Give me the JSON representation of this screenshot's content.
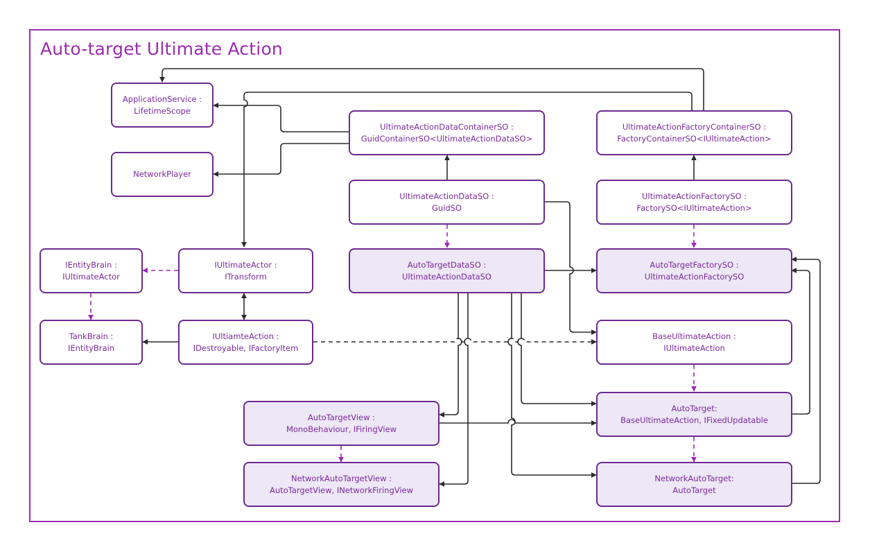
{
  "diagram": {
    "title": "Auto-target Ultimate Action",
    "colors": {
      "frame": "#9b2cb0",
      "node_border": "#6b2a8f",
      "node_text": "#7a2a9c",
      "node_fill": "#ede7f6",
      "solid_edge": "#2b2b2b",
      "dashed_edge": "#9b2cb0"
    },
    "nodes": {
      "app_service": {
        "line1": "ApplicationService :",
        "line2": "LifetimeScope"
      },
      "network_player": {
        "line1": "NetworkPlayer",
        "line2": ""
      },
      "ua_data_container": {
        "line1": "UltimateActionDataContainerSO :",
        "line2": "GuidContainerSO<UltimateActionDataSO>"
      },
      "ua_factory_container": {
        "line1": "UltimateActionFactoryContainerSO :",
        "line2": "FactoryContainerSO<IUltimateAction>"
      },
      "ua_data_so": {
        "line1": "UltimateActionDataSO :",
        "line2": "GuidSO"
      },
      "ua_factory_so": {
        "line1": "UltimateActionFactorySO :",
        "line2": "FactorySO<IUltimateAction>"
      },
      "ientity_brain": {
        "line1": "IEntityBrain :",
        "line2": "IUltimateActor"
      },
      "iultimate_actor": {
        "line1": "IUltimateActor :",
        "line2": "ITransform"
      },
      "auto_target_data_so": {
        "line1": "AutoTargetDataSO :",
        "line2": "UltimateActionDataSO"
      },
      "auto_target_factory_so": {
        "line1": "AutoTargetFactorySO :",
        "line2": "UltimateActionFactorySO"
      },
      "tank_brain": {
        "line1": "TankBrain :",
        "line2": "IEntityBrain"
      },
      "iultimate_action": {
        "line1": "IUltiamteAction :",
        "line2": "IDestroyable, IFactoryItem"
      },
      "base_ultimate_action": {
        "line1": "BaseUltimateAction :",
        "line2": "IUltimateAction"
      },
      "auto_target_view": {
        "line1": "AutoTargetView :",
        "line2": "MonoBehaviour, IFiringView"
      },
      "auto_target": {
        "line1": "AutoTarget:",
        "line2": "BaseUltimateAction, IFixedUpdatable"
      },
      "network_auto_target_view": {
        "line1": "NetworkAutoTargetView :",
        "line2": "AutoTargetView, INetworkFiringView"
      },
      "network_auto_target": {
        "line1": "NetworkAutoTarget:",
        "line2": "AutoTarget"
      }
    }
  }
}
